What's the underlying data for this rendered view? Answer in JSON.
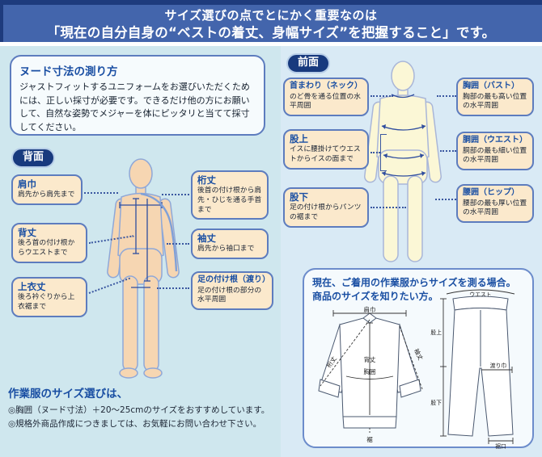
{
  "header": {
    "line1": "サイズ選びの点でとにかく重要なのは",
    "line2": "「現在の自分自身の“ベストの着丈、身幅サイズ”を把握すること」です。"
  },
  "nude_box": {
    "title": "ヌード寸法の測り方",
    "body": "ジャストフィットするユニフォームをお選びいただくためには、正しい採寸が必要です。できるだけ他の方にお願いして、自然な姿勢でメジャーを体にピッタリと当てて採寸してください。"
  },
  "back_section": {
    "badge": "背面",
    "labels": [
      {
        "title": "肩巾",
        "desc": "肩先から肩先まで"
      },
      {
        "title": "背丈",
        "desc": "後ろ首の付け根からウエストまで"
      },
      {
        "title": "上衣丈",
        "desc": "後ろ衿ぐりから上衣裾まで"
      },
      {
        "title": "桁丈",
        "desc": "後首の付け根から肩先・ひじを通る手首まで"
      },
      {
        "title": "袖丈",
        "desc": "肩先から袖口まで"
      },
      {
        "title": "足の付け根（渡り）",
        "desc": "足の付け根の部分の水平周囲"
      }
    ]
  },
  "front_section": {
    "badge": "前面",
    "labels": [
      {
        "title": "首まわり（ネック）",
        "desc": "のど骨を通る位置の水平周囲"
      },
      {
        "title": "股上",
        "desc": "イスに腰掛けてウエストからイスの面まで"
      },
      {
        "title": "股下",
        "desc": "足の付け根からパンツの裾まで"
      },
      {
        "title": "胸囲（バスト）",
        "desc": "胸部の最も高い位置の水平周囲"
      },
      {
        "title": "胴囲（ウエスト）",
        "desc": "胴部の最も細い位置の水平周囲"
      },
      {
        "title": "腰囲（ヒップ）",
        "desc": "腰部の最も厚い位置の水平周囲"
      }
    ]
  },
  "garment_box": {
    "title_line1": "現在、ご着用の作業服からサイズを測る場合。",
    "title_line2": "商品のサイズを知りたい方。",
    "jacket_labels": {
      "katahaba": "肩巾",
      "setake": "背丈",
      "yukitake": "桁丈",
      "sodetake": "袖丈",
      "kyoi": "胸囲",
      "suso": "裾"
    },
    "pants_labels": {
      "waist": "ウエスト",
      "mataue": "股上",
      "watarihaba": "渡り巾",
      "matashita": "股下",
      "susoguchi": "裾口"
    }
  },
  "size_note": {
    "title": "作業服のサイズ選びは、",
    "line1": "◎胸囲（ヌード寸法）＋20～25cmのサイズをおすすめしています。",
    "line2": "◎規格外商品作成につきましては、お気軽にお問い合わせ下さい。"
  },
  "colors": {
    "header_bg": "#4365ac",
    "header_border": "#1e3b7d",
    "panel_left_bg": "#cfe7ee",
    "panel_right_bg": "#d9eaf5",
    "badge_bg": "#183a7e",
    "label_box_fill": "#fbe9cc",
    "label_box_border": "#5d7cbe",
    "title_blue": "#1a4fa3",
    "back_figure_skin": "#f6d6b2",
    "front_figure_fill": "#fbf7d6",
    "measure_line": "#2f4d9e"
  }
}
